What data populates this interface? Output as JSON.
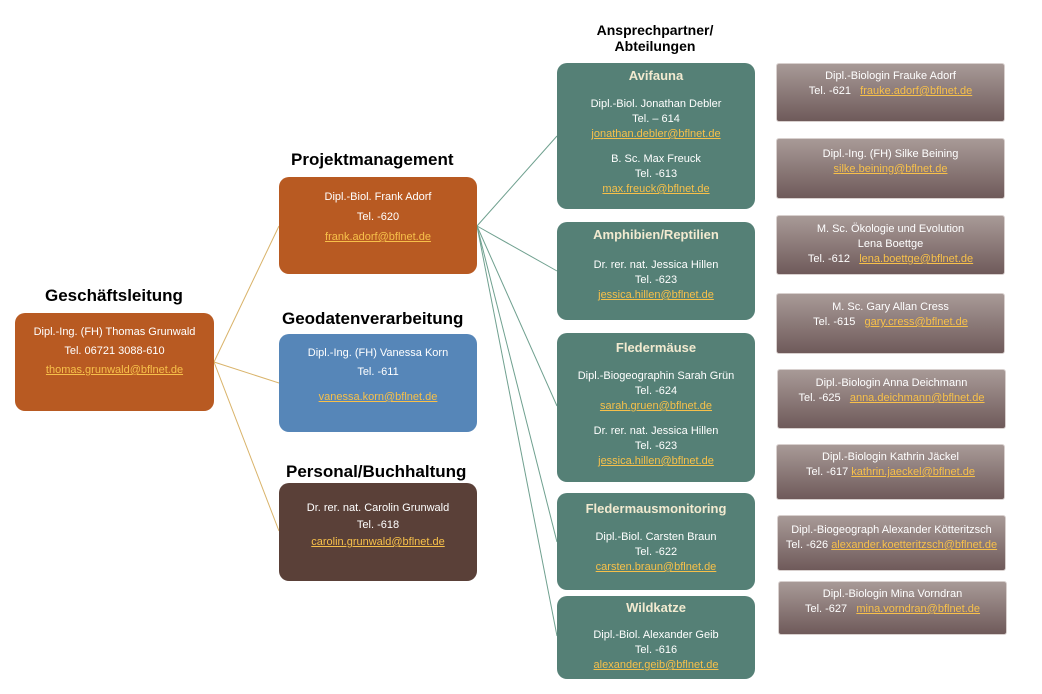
{
  "headers": {
    "gf": "Geschäftsleitung",
    "pm": "Projektmanagement",
    "geo": "Geodatenverarbeitung",
    "pb": "Personal/Buchhaltung",
    "ansp_line1": "Ansprechpartner/",
    "ansp_line2": "Abteilungen"
  },
  "gf": {
    "name": "Dipl.-Ing. (FH)  Thomas Grunwald",
    "tel": "Tel. 06721 3088-610",
    "email": "thomas.grunwald@bflnet.de"
  },
  "pm": {
    "name": "Dipl.-Biol. Frank Adorf",
    "tel": "Tel. -620",
    "email": "frank.adorf@bflnet.de"
  },
  "geo": {
    "name": "Dipl.-Ing. (FH) Vanessa Korn",
    "tel": "Tel. -611",
    "email": "vanessa.korn@bflnet.de"
  },
  "pb": {
    "name": "Dr. rer. nat. Carolin Grunwald",
    "tel": "Tel. -618",
    "email": "carolin.grunwald@bflnet.de"
  },
  "departments": {
    "avifauna": {
      "title": "Avifauna",
      "p1": {
        "name": "Dipl.-Biol. Jonathan Debler",
        "tel": "Tel. – 614",
        "email": "jonathan.debler@bflnet.de"
      },
      "p2": {
        "name": "B. Sc. Max Freuck",
        "tel": "Tel. -613",
        "email": "max.freuck@bflnet.de"
      }
    },
    "amphibien": {
      "title": "Amphibien/Reptilien",
      "p1": {
        "name": "Dr. rer. nat. Jessica Hillen",
        "tel": "Tel. -623",
        "email": "jessica.hillen@bflnet.de"
      }
    },
    "fledermaeuse": {
      "title": "Fledermäuse",
      "p1": {
        "name": "Dipl.-Biogeographin Sarah Grün",
        "tel": "Tel. -624",
        "email": "sarah.gruen@bflnet.de"
      },
      "p2": {
        "name": "Dr. rer. nat. Jessica Hillen",
        "tel": "Tel. -623",
        "email": "jessica.hillen@bflnet.de"
      }
    },
    "monitoring": {
      "title": "Fledermausmonitoring",
      "p1": {
        "name": "Dipl.-Biol. Carsten Braun",
        "tel": "Tel. -622",
        "email": "carsten.braun@bflnet.de"
      }
    },
    "wildkatze": {
      "title": "Wildkatze",
      "p1": {
        "name": "Dipl.-Biol. Alexander Geib",
        "tel": "Tel. -616",
        "email": "alexander.geib@bflnet.de"
      }
    }
  },
  "staff": [
    {
      "name": "Dipl.-Biologin Frauke Adorf",
      "tel": "Tel. -621",
      "email": "frauke.adorf@bflnet.de"
    },
    {
      "name": "Dipl.-Ing. (FH) Silke Beining",
      "tel": "",
      "email": "silke.beining@bflnet.de"
    },
    {
      "name": "M. Sc. Ökologie und Evolution",
      "name2": "Lena Boettge",
      "tel": "Tel. -612",
      "email": "lena.boettge@bflnet.de"
    },
    {
      "name": "M. Sc. Gary Allan Cress",
      "tel": "Tel. -615",
      "email": "gary.cress@bflnet.de"
    },
    {
      "name": "Dipl.-Biologin Anna Deichmann",
      "tel": "Tel. -625",
      "email": "anna.deichmann@bflnet.de"
    },
    {
      "name": "Dipl.-Biologin Kathrin Jäckel",
      "tel": "Tel. -617",
      "email": "kathrin.jaeckel@bflnet.de"
    },
    {
      "name": "Dipl.-Biogeograph Alexander Kötteritzsch",
      "tel": "Tel. -626",
      "email": "alexander.koetteritzsch@bflnet.de"
    },
    {
      "name": "Dipl.-Biologin Mina Vorndran",
      "tel": "Tel. -627",
      "email": "mina.vorndran@bflnet.de"
    }
  ],
  "colors": {
    "management": "#b85a22",
    "geodata": "#5686b8",
    "accounting": "#5a4038",
    "department": "#558076",
    "staff": "#8a7c7a",
    "email": "#f7c04a",
    "connector_gold": "#d9b36a",
    "connector_green": "#6fa08f"
  }
}
